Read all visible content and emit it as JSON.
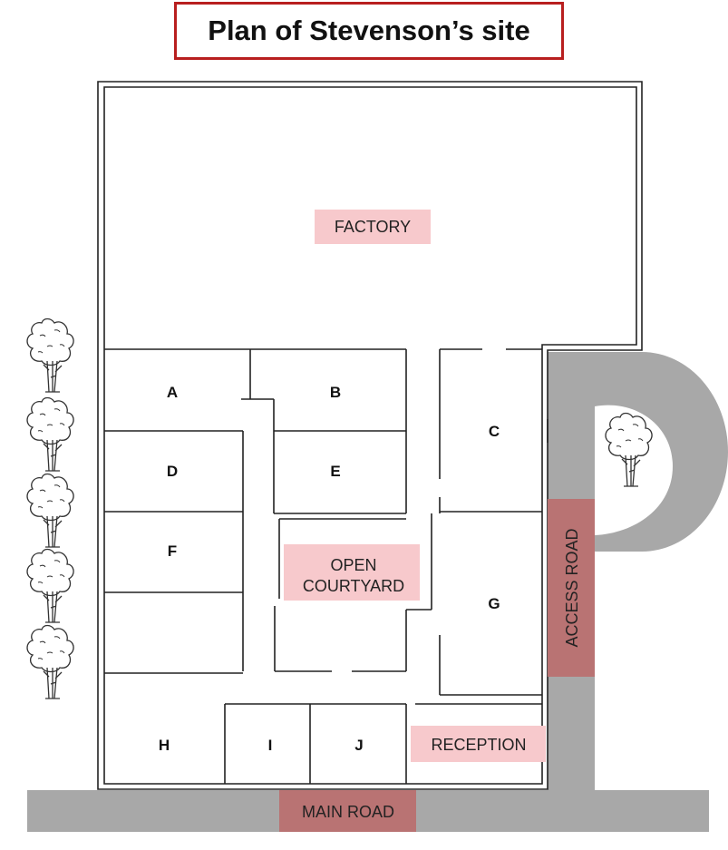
{
  "title": "Plan of Stevenson’s site",
  "labels": {
    "factory": "FACTORY",
    "open_courtyard_line1": "OPEN",
    "open_courtyard_line2": "COURTYARD",
    "reception": "RECEPTION",
    "main_road": "MAIN ROAD",
    "access_road": "ACCESS ROAD"
  },
  "rooms": {
    "a": "A",
    "b": "B",
    "c": "C",
    "d": "D",
    "e": "E",
    "f": "F",
    "g": "G",
    "h": "H",
    "i": "I",
    "j": "J"
  },
  "colors": {
    "highlight": "#f7c9cc",
    "road": "#a8a8a8",
    "road_highlight": "#b97373",
    "wall": "#222222",
    "title_border": "#b81f1f"
  },
  "icons": [
    "tree-icon"
  ]
}
